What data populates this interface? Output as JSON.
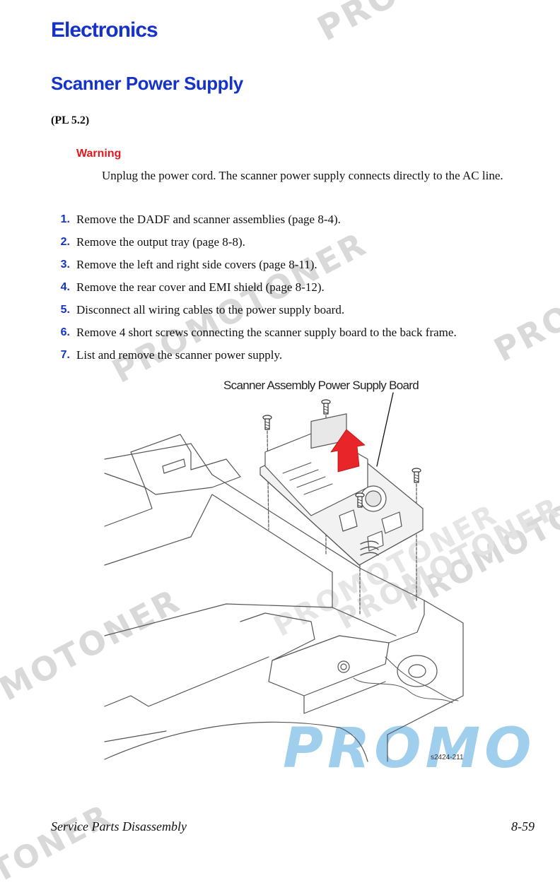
{
  "header": {
    "chapter_title": "Electronics",
    "section_title": "Scanner Power Supply",
    "part_list_ref": "(PL 5.2)"
  },
  "warning": {
    "label": "Warning",
    "text": "Unplug the power cord. The scanner power supply connects directly to the AC line."
  },
  "steps": [
    {
      "number": "1.",
      "text": "Remove the DADF and scanner assemblies (page 8-4)."
    },
    {
      "number": "2.",
      "text": "Remove the output tray (page 8-8)."
    },
    {
      "number": "3.",
      "text": "Remove the left and right side covers (page 8-11)."
    },
    {
      "number": "4.",
      "text": "Remove the rear cover and EMI shield (page 8-12)."
    },
    {
      "number": "5.",
      "text": "Disconnect all wiring cables to the power supply board."
    },
    {
      "number": "6.",
      "text": "Remove 4 short screws connecting the scanner supply board to the back frame."
    },
    {
      "number": "7.",
      "text": "List and remove the scanner power supply."
    }
  ],
  "figure": {
    "caption": "Scanner Assembly Power Supply Board",
    "image_id": "s2424-211"
  },
  "footer": {
    "section_name": "Service Parts Disassembly",
    "page_number": "8-59"
  },
  "watermarks": [
    "PROMO",
    "PROMOTONER",
    "PROMOTONER",
    "PROMOTONER",
    "PROMOTONER",
    "PROMOTONER",
    "PROMO",
    "MOTONER",
    "TONER"
  ],
  "colors": {
    "heading_blue": "#1533c8",
    "warning_red": "#e0191e",
    "arrow_red": "#e8262a",
    "watermark_gray": "#d9d9d9",
    "watermark_blue": "#7fbfe6"
  }
}
